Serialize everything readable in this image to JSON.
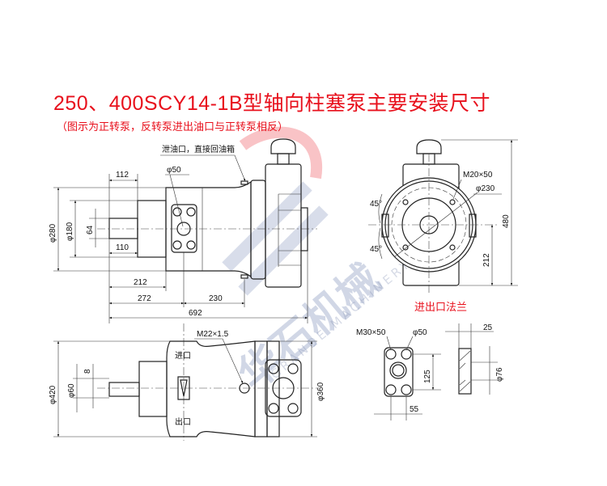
{
  "title": "250、400SCY14-1B型轴向柱塞泵主要安装尺寸",
  "subtitle": "（图示为正转泵，反转泵进出油口与正转泵相反）",
  "watermark": {
    "brand": "华石机械",
    "tagline": "GRANDE MACHINERY",
    "colors": {
      "red": "#e8101c",
      "blue": "#7d8fb8"
    }
  },
  "side_view": {
    "drain_note": "泄油口，直接回油箱",
    "port_dia": "φ50",
    "dims": {
      "d112": "112",
      "d280": "φ280",
      "d180": "φ180",
      "d64": "64",
      "d110": "110",
      "d212": "212",
      "d272": "272",
      "d230": "230",
      "d692": "692"
    }
  },
  "end_view": {
    "bolt": "M20×50",
    "pcd": "φ230",
    "angle1": "45°",
    "angle2": "45°",
    "height": "480",
    "center_height": "212",
    "caption": "进出口法兰"
  },
  "top_view": {
    "thread": "M22×1.5",
    "inlet": "进口",
    "outlet": "出口",
    "dims": {
      "d420": "φ420",
      "d60": "φ60",
      "d8": "8",
      "d360": "φ360"
    }
  },
  "flange": {
    "bolt": "M30×50",
    "hole": "φ50",
    "d125": "125",
    "d55": "55",
    "d25": "25",
    "d76": "φ76"
  }
}
